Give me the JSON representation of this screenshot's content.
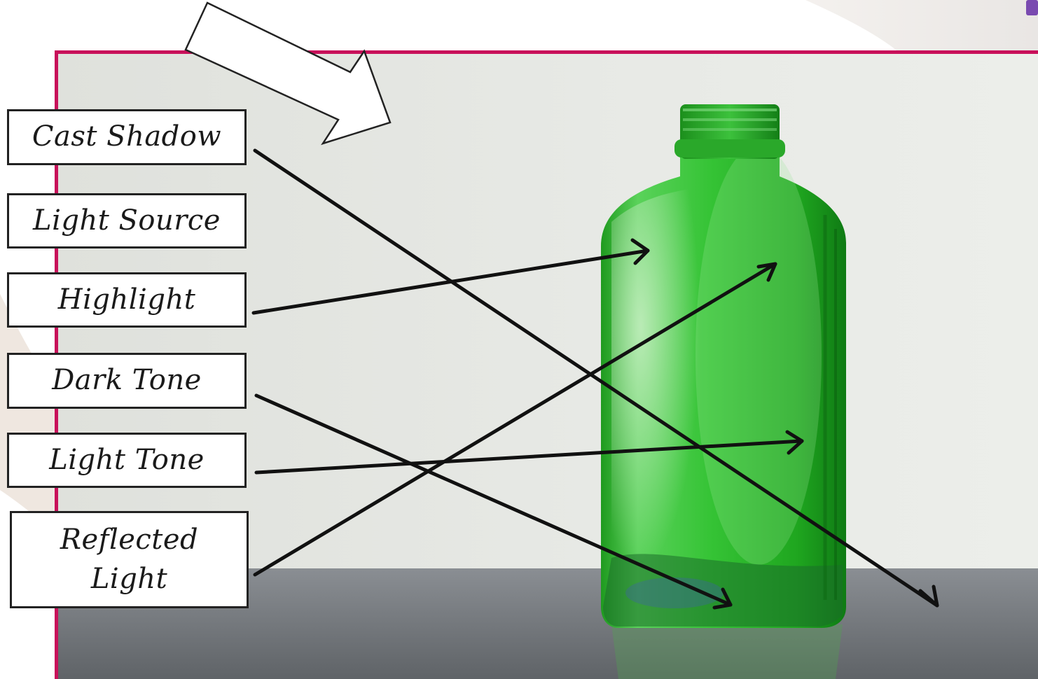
{
  "labels": [
    {
      "key": "cast_shadow",
      "text": "Cast Shadow"
    },
    {
      "key": "light_source",
      "text": "Light Source"
    },
    {
      "key": "highlight",
      "text": "Highlight"
    },
    {
      "key": "dark_tone",
      "text": "Dark Tone"
    },
    {
      "key": "light_tone",
      "text": "Light Tone"
    },
    {
      "key": "reflected_light",
      "text": "Reflected Light"
    }
  ],
  "colors": {
    "frame_border": "#c8105a",
    "bottle_green": "#2fbf2f",
    "wall": "#e4e6e2",
    "table": "#7b7f84",
    "arrow_line": "#111111"
  },
  "icons": {
    "light_direction": "light-direction-arrow-icon"
  }
}
